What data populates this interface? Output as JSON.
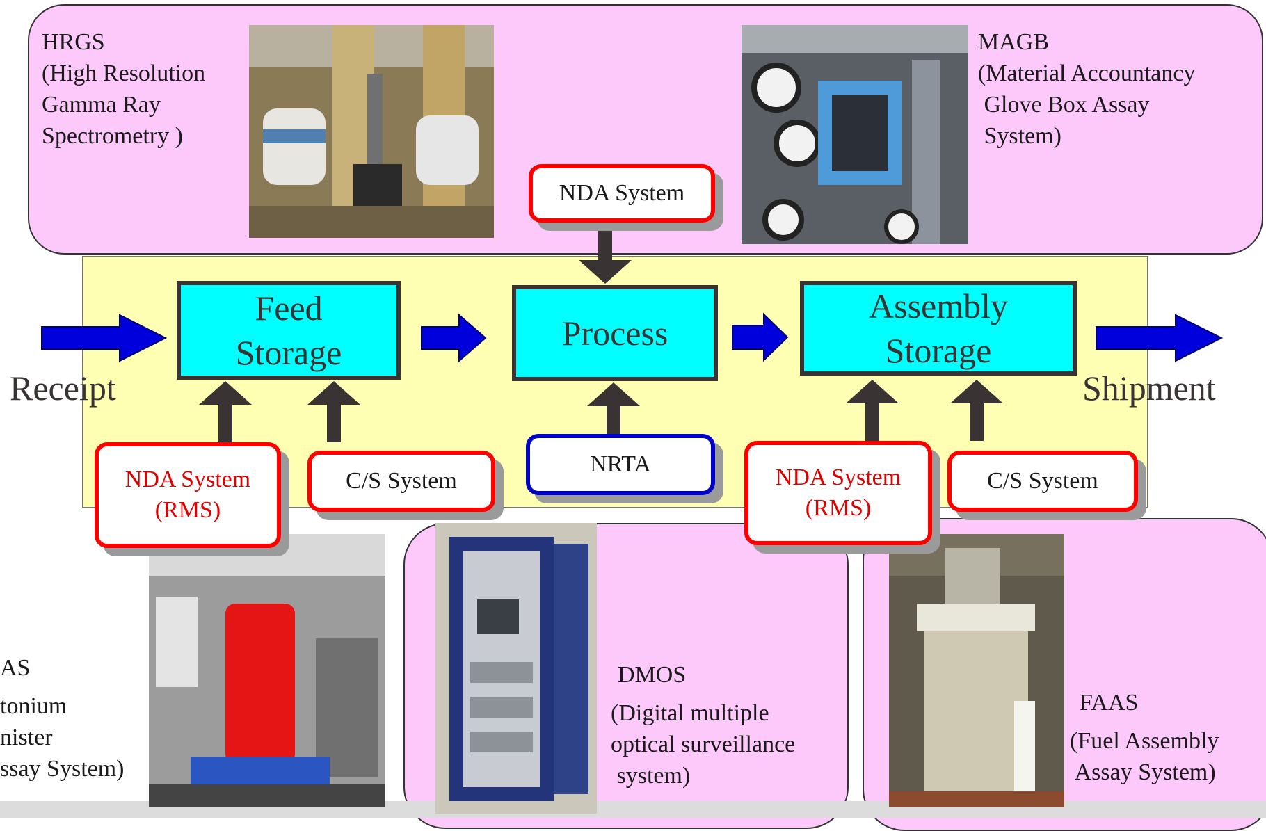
{
  "process_flow": {
    "receipt": "Receipt",
    "shipment": "Shipment",
    "feed_storage": [
      "Feed",
      "Storage"
    ],
    "process": "Process",
    "assembly_storage": [
      "Assembly",
      "Storage"
    ]
  },
  "systems": {
    "nda_top": "NDA System",
    "nda_rms_left": [
      "NDA System",
      "(RMS)"
    ],
    "cs_left": "C/S System",
    "nrta": "NRTA",
    "nda_rms_right": [
      "NDA System",
      "(RMS)"
    ],
    "cs_right": "C/S System"
  },
  "instruments": {
    "hrgs": {
      "abbr": "HRGS",
      "full": [
        "(High Resolution",
        "Gamma Ray",
        "Spectrometry  )"
      ]
    },
    "magb": {
      "abbr": "MAGB",
      "full": [
        "(Material Accountancy",
        " Glove Box Assay",
        " System)"
      ]
    },
    "pcas": {
      "abbr": "AS",
      "full": [
        "tonium",
        "nister",
        "ssay System)"
      ]
    },
    "dmos": {
      "abbr": "DMOS",
      "full": [
        "(Digital multiple",
        "optical surveillance",
        " system)"
      ]
    },
    "faas": {
      "abbr": "FAAS",
      "full": [
        "(Fuel Assembly",
        " Assay System)"
      ]
    }
  },
  "colors": {
    "pink_panel": "#fdc9fb",
    "yellow_panel": "#ffffb4",
    "process_box": "#00ffff",
    "flow_arrow": "#0000dd",
    "up_arrow": "#3a3333",
    "nda_border": "#ff0000",
    "nrta_border": "#0000cc"
  }
}
